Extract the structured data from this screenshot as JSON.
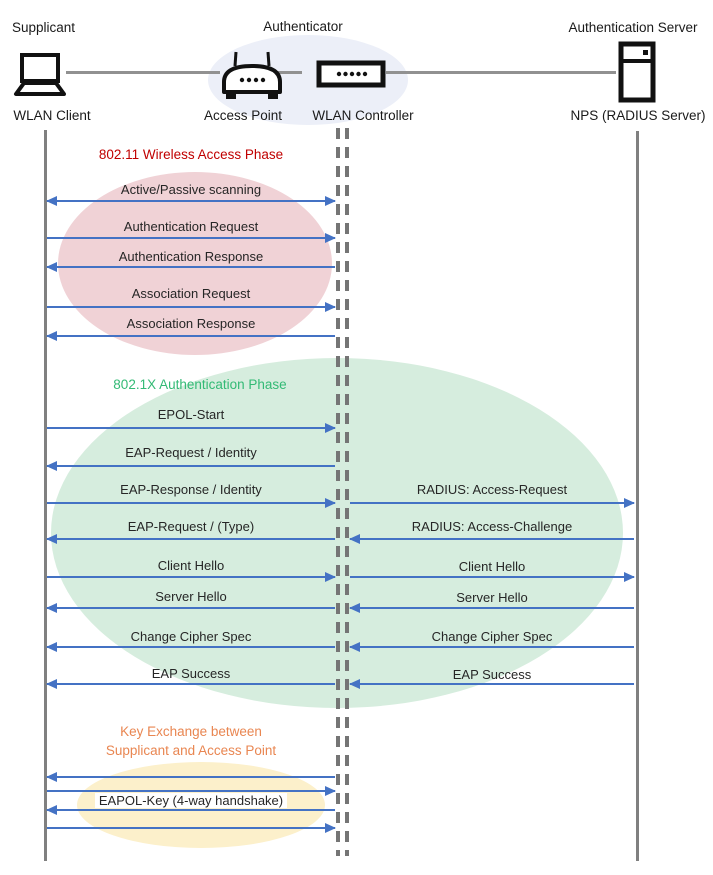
{
  "actors": {
    "supplicant_role": "Supplicant",
    "authenticator_role": "Authenticator",
    "server_role": "Authentication Server",
    "wlan_client": "WLAN Client",
    "access_point": "Access Point",
    "wlan_controller": "WLAN Controller",
    "nps": "NPS (RADIUS Server)"
  },
  "phases": {
    "wireless": {
      "title": "802.11 Wireless Access Phase",
      "color": "#C00000"
    },
    "dot1x": {
      "title": "802.1X Authentication Phase",
      "color": "#33BA75"
    },
    "key_exchange": {
      "line1": "Key Exchange between",
      "line2": "Supplicant and Access Point",
      "color": "#E98651"
    }
  },
  "messages_left": [
    {
      "label": "Active/Passive scanning",
      "direction": "both"
    },
    {
      "label": "Authentication Request",
      "direction": "right"
    },
    {
      "label": "Authentication Response",
      "direction": "left"
    },
    {
      "label": "Association Request",
      "direction": "right"
    },
    {
      "label": "Association Response",
      "direction": "left"
    },
    {
      "label": "EPOL-Start",
      "direction": "right"
    },
    {
      "label": "EAP-Request / Identity",
      "direction": "left"
    },
    {
      "label": "EAP-Response / Identity",
      "direction": "right"
    },
    {
      "label": "EAP-Request / (Type)",
      "direction": "left"
    },
    {
      "label": "Client Hello",
      "direction": "right"
    },
    {
      "label": "Server Hello",
      "direction": "left"
    },
    {
      "label": "Change Cipher Spec",
      "direction": "left"
    },
    {
      "label": "EAP Success",
      "direction": "left"
    },
    {
      "label": "",
      "direction": "left"
    },
    {
      "label": "",
      "direction": "right"
    },
    {
      "label": "EAPOL-Key (4-way handshake)",
      "direction": "left"
    },
    {
      "label": "",
      "direction": "right"
    }
  ],
  "messages_right": [
    {
      "label": "RADIUS: Access-Request",
      "direction": "right"
    },
    {
      "label": "RADIUS: Access-Challenge",
      "direction": "left"
    },
    {
      "label": "Client Hello",
      "direction": "right"
    },
    {
      "label": "Server Hello",
      "direction": "left"
    },
    {
      "label": "Change Cipher Spec",
      "direction": "left"
    },
    {
      "label": "EAP Success",
      "direction": "left"
    }
  ],
  "colors": {
    "arrow": "#4472C4",
    "lifeline": "#808080",
    "pink_ellipse": "#F0D2D6",
    "green_ellipse": "#D6EDDE",
    "yellow_ellipse": "#FCF0CB",
    "authenticator_ellipse": "#ECEFF8",
    "text": "#262626"
  }
}
